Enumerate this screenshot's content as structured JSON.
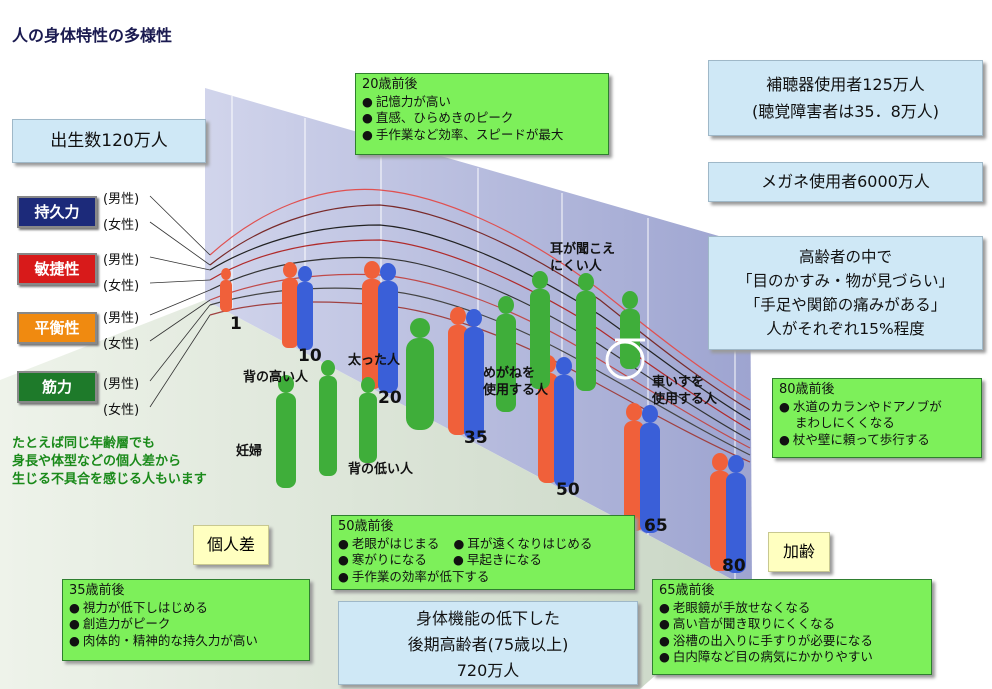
{
  "title": "人の身体特性の多様性",
  "birth_box": "出生数120万人",
  "attributes": [
    {
      "label": "持久力",
      "color": "#1c2a7a"
    },
    {
      "label": "敏捷性",
      "color": "#d81a1a"
    },
    {
      "label": "平衡性",
      "color": "#f08a10"
    },
    {
      "label": "筋力",
      "color": "#1e7a2a"
    }
  ],
  "sex": {
    "male": "(男性)",
    "female": "(女性)"
  },
  "box_20": {
    "header": "20歳前後",
    "items": [
      "記憶力が高い",
      "直感、ひらめきのピーク",
      "手作業など効率、スピードが最大"
    ]
  },
  "hearing_box": {
    "line1": "補聴器使用者125万人",
    "line2": "(聴覚障害者は35．8万人)"
  },
  "glasses_box": "メガネ使用者6000万人",
  "elderly_box": {
    "l1": "高齢者の中で",
    "l2": "「目のかすみ・物が見づらい」",
    "l3": "「手足や関節の痛みがある」",
    "l4": "人がそれぞれ15%程度"
  },
  "box_80": {
    "header": "80歳前後",
    "items": [
      "水道のカランやドアノブが",
      "まわしにくくなる",
      "杖や壁に頼って歩行する"
    ]
  },
  "individual_note": {
    "l1": "たとえば同じ年齢層でも",
    "l2": "身長や体型などの個人差から",
    "l3": "生じる不具合を感じる人もいます"
  },
  "individual_label": "個人差",
  "aging_label": "加齢",
  "box_50": {
    "header": "50歳前後",
    "items": [
      "老眼がはじまる",
      "耳が遠くなりはじめる",
      "寒がりになる",
      "早起きになる",
      "手作業の効率が低下する"
    ]
  },
  "box_35": {
    "header": "35歳前後",
    "items": [
      "視力が低下しはじめる",
      "創造力がピーク",
      "肉体的・精神的な持久力が高い"
    ]
  },
  "box_65": {
    "header": "65歳前後",
    "items": [
      "老眼鏡が手放せなくなる",
      "高い音が聞き取りにくくなる",
      "浴槽の出入りに手すりが必要になる",
      "白内障など目の病気にかかりやすい"
    ]
  },
  "late_elderly": {
    "l1": "身体機能の低下した",
    "l2": "後期高齢者(75歳以上)",
    "l3": "720万人"
  },
  "figure_labels": {
    "tall": "背の高い人",
    "fat": "太った人",
    "glasses": "めがねを\n使用する人",
    "hearing": "耳が聞こえ\nにくい人",
    "wheelchair": "車いすを\n使用する人",
    "pregnant": "妊婦",
    "short": "背の低い人"
  },
  "ages": [
    "1",
    "10",
    "20",
    "35",
    "50",
    "65",
    "80"
  ],
  "colors": {
    "male": "#3a5fd8",
    "female": "#f0603a",
    "other": "#3fae3a"
  }
}
